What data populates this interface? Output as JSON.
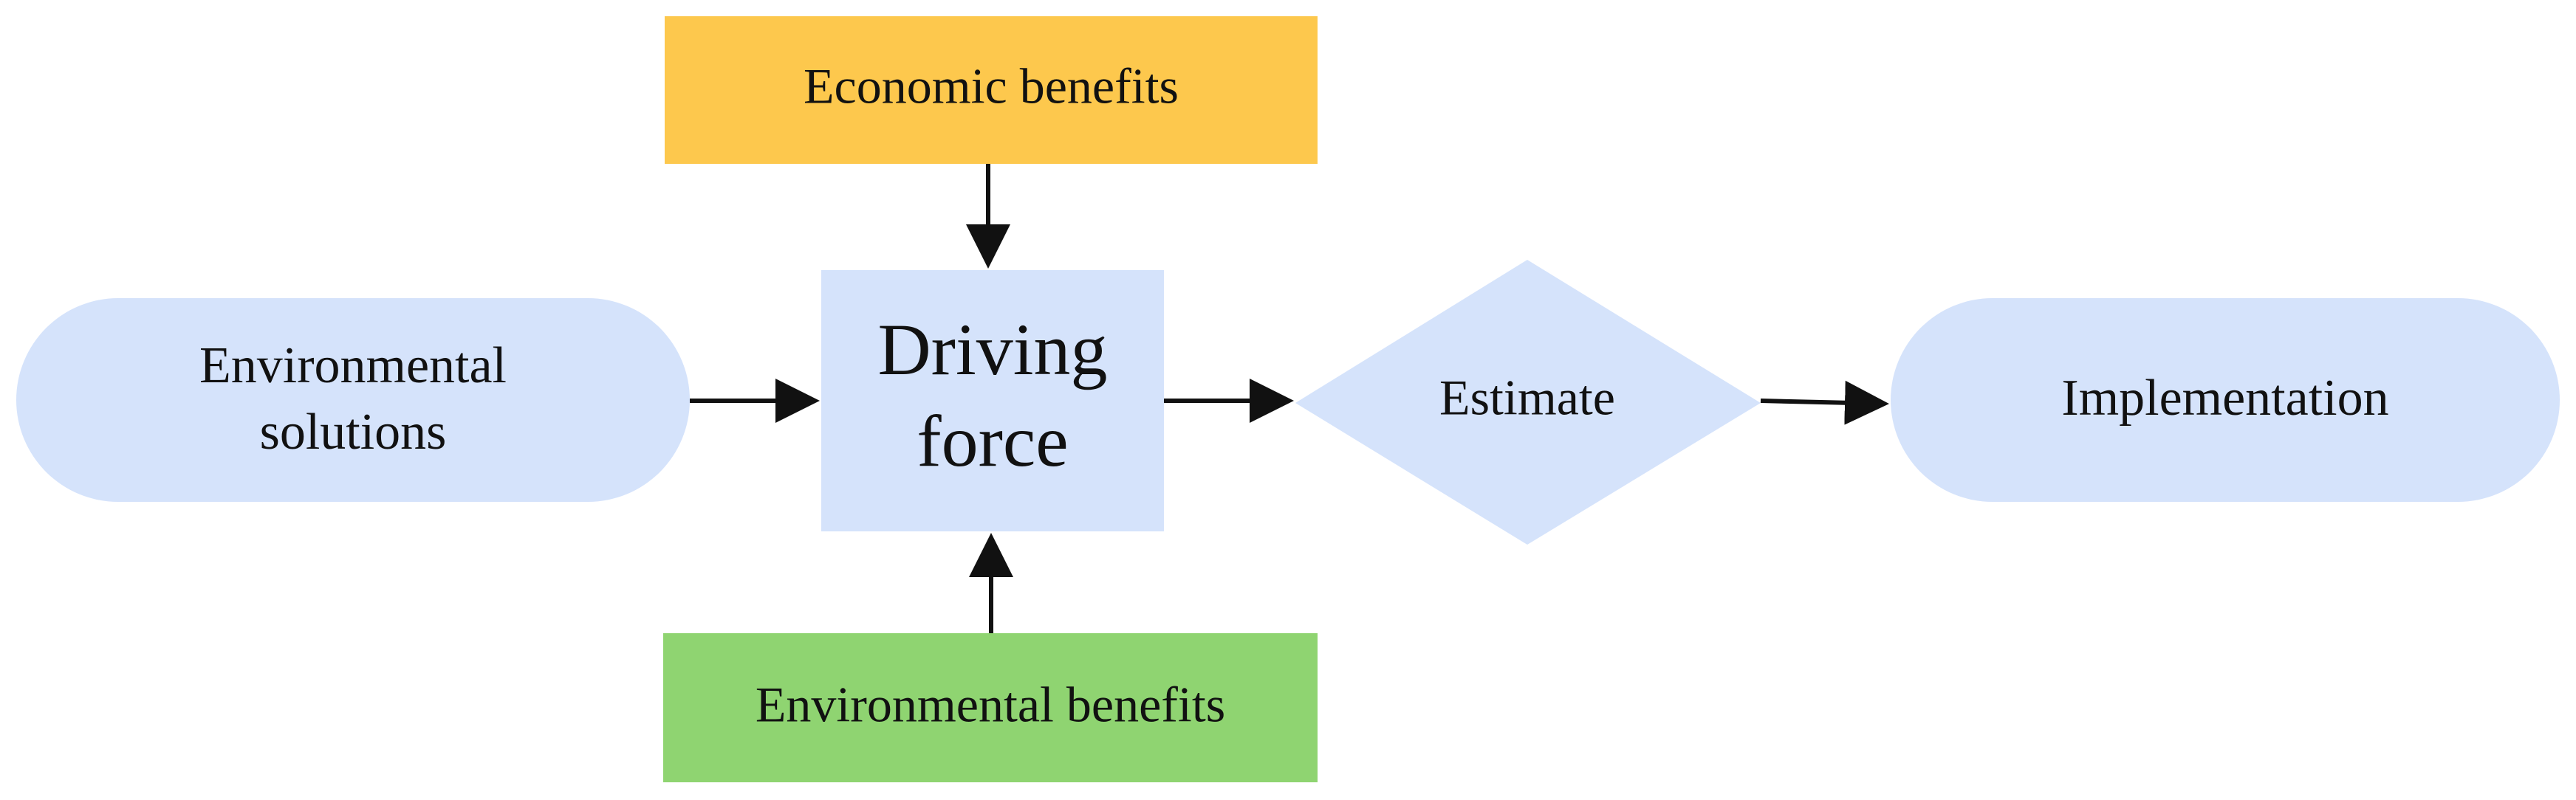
{
  "colors": {
    "node_blue": "#d5e3fb",
    "economic_box": "#fdc84d",
    "environmental_box": "#8fd471",
    "arrow": "#111111",
    "text": "#111111"
  },
  "nodes": {
    "economic_benefits": {
      "label": "Economic benefits"
    },
    "environmental_solutions": {
      "lines": [
        "Environmental",
        "solutions"
      ]
    },
    "driving_force": {
      "lines": [
        "Driving",
        "force"
      ]
    },
    "estimate": {
      "label": "Estimate"
    },
    "implementation": {
      "label": "Implementation"
    },
    "environmental_benefits": {
      "label": "Environmental benefits"
    }
  },
  "edges": [
    {
      "from": "Economic benefits",
      "to": "Driving force"
    },
    {
      "from": "Environmental benefits",
      "to": "Driving force"
    },
    {
      "from": "Environmental solutions",
      "to": "Driving force"
    },
    {
      "from": "Driving force",
      "to": "Estimate"
    },
    {
      "from": "Estimate",
      "to": "Implementation"
    }
  ]
}
